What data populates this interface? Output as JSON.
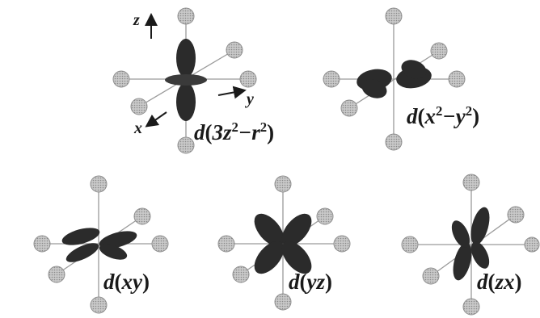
{
  "axes": {
    "x": "x",
    "y": "y",
    "z": "z"
  },
  "orbitals": [
    {
      "id": "z2",
      "func": "d",
      "expr": [
        "3z",
        "2",
        "−r",
        "2"
      ]
    },
    {
      "id": "x2y2",
      "func": "d",
      "expr": [
        "x",
        "2",
        "−y",
        "2"
      ]
    },
    {
      "id": "xy",
      "func": "d",
      "expr": [
        "xy"
      ]
    },
    {
      "id": "yz",
      "func": "d",
      "expr": [
        "yz"
      ]
    },
    {
      "id": "zx",
      "func": "d",
      "expr": [
        "zx"
      ]
    }
  ],
  "colors": {
    "lobe": "#2b2b2b",
    "ligand": "#b8b8b8",
    "axis": "#9a9a9a"
  }
}
